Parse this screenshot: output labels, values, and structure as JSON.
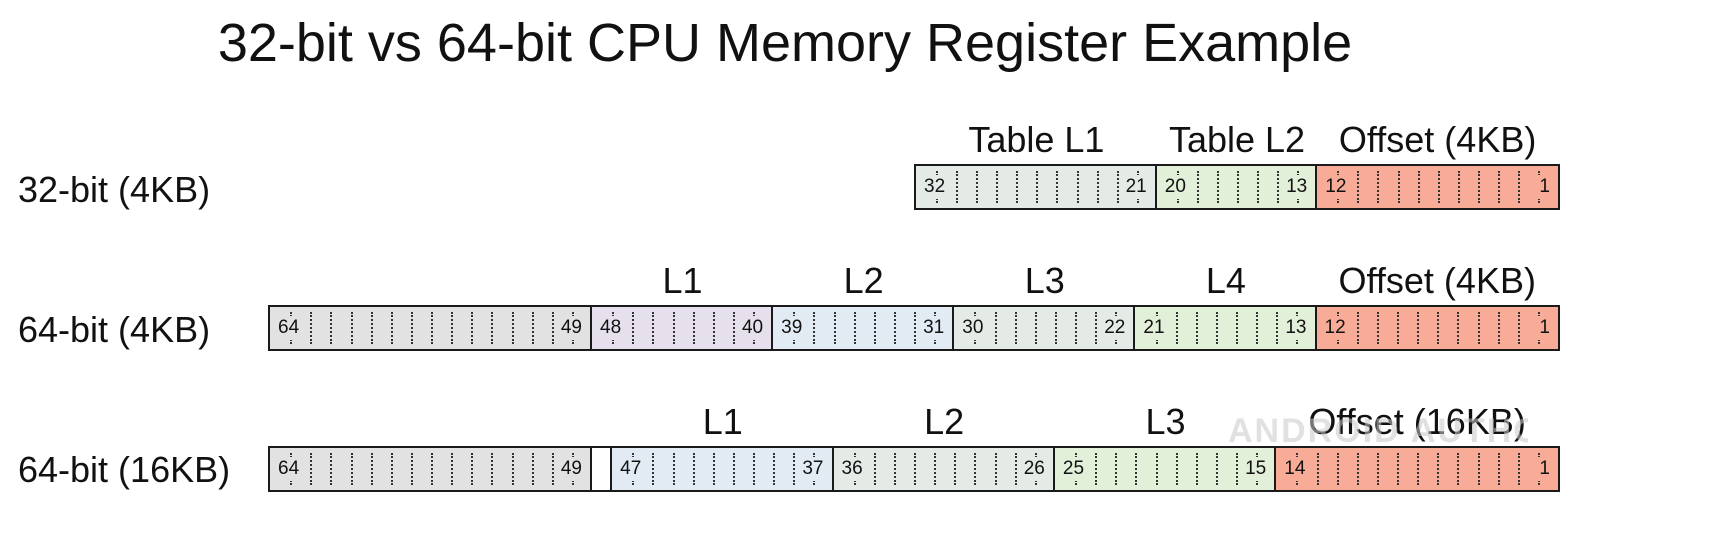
{
  "title": "32-bit vs 64-bit CPU Memory Register Example",
  "colors": {
    "unused": "#e2e2e2",
    "l1_purple": "#e6e0ec",
    "blue": "#e2ebf4",
    "grey_green": "#e4ebe7",
    "green": "#e2efd9",
    "offset": "#f8ab96",
    "empty": "#ffffff"
  },
  "rows": [
    {
      "label": "32-bit (4KB)",
      "segments": [
        {
          "label": "Table L1",
          "hi": "32",
          "lo": "21",
          "bits": 12,
          "color": "grey_green"
        },
        {
          "label": "Table L2",
          "hi": "20",
          "lo": "13",
          "bits": 8,
          "color": "green"
        },
        {
          "label": "Offset (4KB)",
          "hi": "12",
          "lo": "1",
          "bits": 12,
          "color": "offset"
        }
      ]
    },
    {
      "label": "64-bit (4KB)",
      "segments": [
        {
          "label": "",
          "hi": "64",
          "lo": "49",
          "bits": 16,
          "color": "unused"
        },
        {
          "label": "L1",
          "hi": "48",
          "lo": "40",
          "bits": 9,
          "color": "l1_purple"
        },
        {
          "label": "L2",
          "hi": "39",
          "lo": "31",
          "bits": 9,
          "color": "blue"
        },
        {
          "label": "L3",
          "hi": "30",
          "lo": "22",
          "bits": 9,
          "color": "grey_green"
        },
        {
          "label": "L4",
          "hi": "21",
          "lo": "13",
          "bits": 9,
          "color": "green"
        },
        {
          "label": "Offset (4KB)",
          "hi": "12",
          "lo": "1",
          "bits": 12,
          "color": "offset"
        }
      ]
    },
    {
      "label": "64-bit (16KB)",
      "segments": [
        {
          "label": "",
          "hi": "64",
          "lo": "49",
          "bits": 16,
          "color": "unused"
        },
        {
          "label": "",
          "hi": "",
          "lo": "",
          "bits": 1,
          "color": "empty"
        },
        {
          "label": "L1",
          "hi": "47",
          "lo": "37",
          "bits": 11,
          "color": "blue"
        },
        {
          "label": "L2",
          "hi": "36",
          "lo": "26",
          "bits": 11,
          "color": "grey_green"
        },
        {
          "label": "L3",
          "hi": "25",
          "lo": "15",
          "bits": 11,
          "color": "green"
        },
        {
          "label": "Offset (16KB)",
          "hi": "14",
          "lo": "1",
          "bits": 14,
          "color": "offset"
        }
      ]
    }
  ],
  "watermark": "ANDROID AUTHORITY"
}
